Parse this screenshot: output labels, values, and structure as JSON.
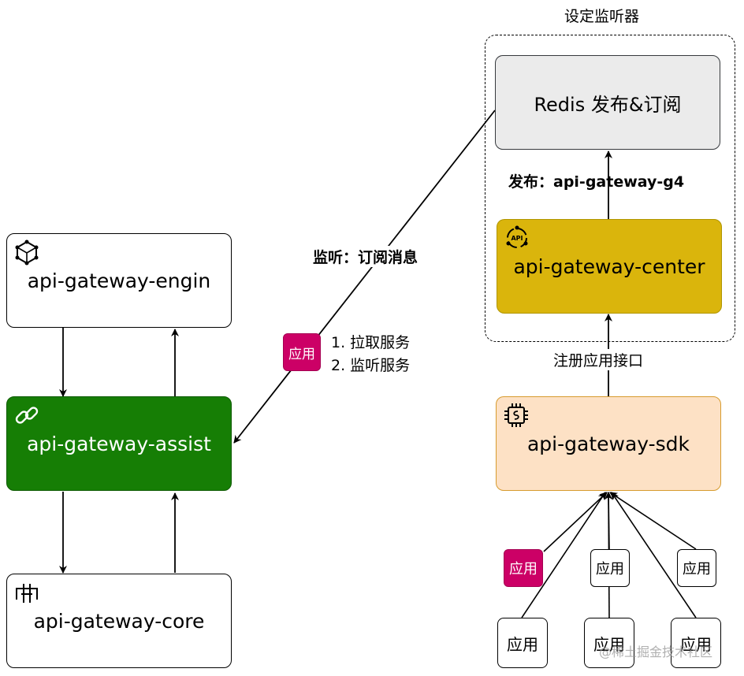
{
  "container": {
    "title": "设定监听器"
  },
  "nodes": {
    "redis": {
      "label": "Redis 发布&订阅"
    },
    "center": {
      "label": "api-gateway-center",
      "icon": "api-icon"
    },
    "sdk": {
      "label": "api-gateway-sdk",
      "icon": "chip-icon"
    },
    "engin": {
      "label": "api-gateway-engin",
      "icon": "cube-network-icon"
    },
    "assist": {
      "label": "api-gateway-assist",
      "icon": "link-icon"
    },
    "core": {
      "label": "api-gateway-core",
      "icon": "gateway-icon"
    }
  },
  "edge_labels": {
    "publish": "发布：api-gateway-g4",
    "subscribe": "监听：订阅消息",
    "register": "注册应用接口",
    "pull": "1. 拉取服务",
    "listen": "2. 监听服务"
  },
  "app_label": "应用",
  "watermark": "@稀土掘金技术社区",
  "colors": {
    "assist": "#167e05",
    "center": "#dab50c",
    "sdk": "#fde1c5",
    "redis": "#ebebeb",
    "app_highlight": "#cc0066"
  }
}
